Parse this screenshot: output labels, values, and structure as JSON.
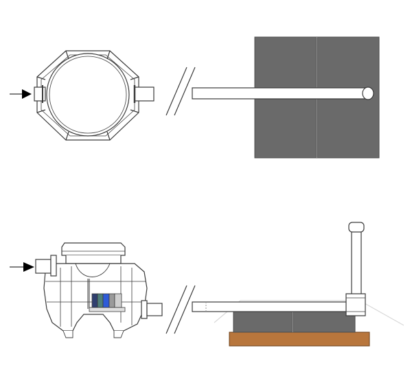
{
  "diagram": {
    "description_labels": [],
    "colors": {
      "background": "#ffffff",
      "outline": "#3a3a3a",
      "block_fill": "#6a6a6a",
      "block_edge": "#4a4a4a",
      "soil_fill": "#b8763c",
      "pipe_fill": "#ffffff",
      "filter_dark": "#2f3f6f",
      "filter_blue": "#2d5bd8",
      "filter_green": "#4f7f7a",
      "filter_grey": "#9a9a9a",
      "arrow": "#000000"
    },
    "views": [
      {
        "name": "plan-view",
        "components": [
          "tank-plan",
          "inlet-arrow",
          "outlet-stub",
          "break-marks",
          "distribution-pipe",
          "infiltration-blocks"
        ]
      },
      {
        "name": "section-view",
        "components": [
          "tank-section",
          "inlet-arrow",
          "filter-cartridge",
          "outlet-stub",
          "break-marks",
          "distribution-pipe",
          "vent-riser",
          "infiltration-blocks",
          "gravel-bed"
        ]
      }
    ]
  }
}
